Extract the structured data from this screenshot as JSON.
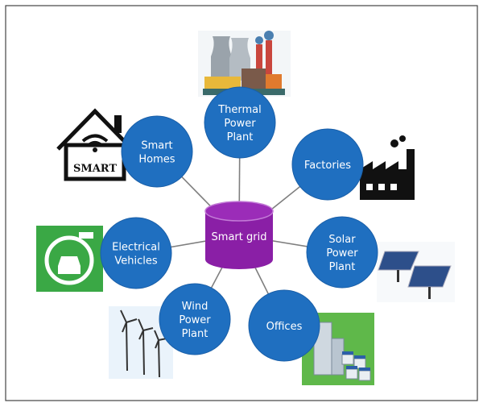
{
  "title": "Smart grid",
  "colors": {
    "node": "#1f6fc0",
    "hub": "#8a1fa6",
    "hub_top": "#9b2cb8",
    "line": "#7f7f7f"
  },
  "hub": {
    "label": "Smart grid"
  },
  "nodes": [
    {
      "id": "thermal",
      "lines": [
        "Thermal",
        "Power",
        "Plant"
      ],
      "icon": "thermal-power-plant-icon"
    },
    {
      "id": "homes",
      "lines": [
        "Smart",
        "Homes"
      ],
      "icon": "smart-home-icon"
    },
    {
      "id": "factories",
      "lines": [
        "Factories"
      ],
      "icon": "factory-icon"
    },
    {
      "id": "ev",
      "lines": [
        "Electrical",
        "Vehicles"
      ],
      "icon": "electric-vehicle-icon"
    },
    {
      "id": "solar",
      "lines": [
        "Solar",
        "Power",
        "Plant"
      ],
      "icon": "solar-panel-icon"
    },
    {
      "id": "wind",
      "lines": [
        "Wind",
        "Power",
        "Plant"
      ],
      "icon": "wind-turbine-icon"
    },
    {
      "id": "offices",
      "lines": [
        "Offices"
      ],
      "icon": "office-buildings-icon"
    }
  ],
  "house_icon_text": "SMART"
}
